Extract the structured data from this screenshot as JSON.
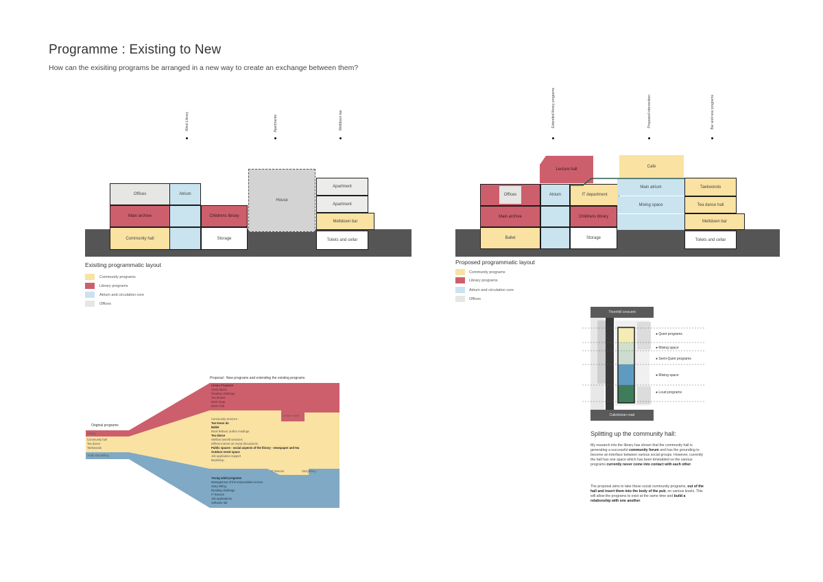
{
  "header": {
    "title": "Programme : Existing to New",
    "subtitle": "How can the exisiting programs be arranged in a new way to create an exchange between them?"
  },
  "colors": {
    "community": "#f9e2a2",
    "library": "#cd5f6d",
    "atrium": "#c9e3ef",
    "offices": "#e6e6e4",
    "ground": "#555555",
    "house": "#d3d3d3",
    "youth": "#7fa9c4"
  },
  "existing": {
    "labels": [
      "West Library",
      "Apartments",
      "Meltdown bar"
    ],
    "blocks": {
      "offices": "Offices",
      "atrium": "Atrium",
      "main_archive": "Main archive",
      "childrens_library": "Childrens library",
      "community_hall": "Community hall",
      "storage": "Storage",
      "house": "House",
      "apartment1": "Apartment",
      "apartment2": "Apartment",
      "meltdown_bar": "Meltdown bar",
      "toilets": "Toilets and cellar"
    },
    "caption": "Exisiting programmatic layout",
    "legend": [
      "Community programs",
      "Library programs",
      "Atrium and circulation core",
      "Offices"
    ]
  },
  "proposed": {
    "labels": [
      "Extended library programs",
      "Proposed intervention",
      "Bar and new programs"
    ],
    "blocks": {
      "lecture_hall": "Lecture hall",
      "cafe": "Cafe",
      "offices": "Offices",
      "atrium": "Atrium",
      "it_department": "IT department",
      "main_atrium": "Main atrium",
      "taekwondo": "Taekwondo",
      "mixing_space": "Mixing space",
      "tea_dance_hall": "Tea dance hall",
      "main_archive": "Main archive",
      "childrens_library": "Childrens library",
      "meltdown_bar": "Meltdown bar",
      "ballet": "Ballet",
      "storage": "Storage",
      "toilets": "Toilets and cellar"
    },
    "caption": "Proposed programmatic layout",
    "legend": [
      "Community programs",
      "Library programs",
      "Atrium and circulation core",
      "Offices"
    ]
  },
  "flow": {
    "proposal_title": "Proposal :  New programs and extending the existing programs",
    "original_title": "Original programs",
    "original": [
      "Library",
      "Community hall",
      "Tea dance",
      "Taekwondo",
      "Youth storytelling"
    ],
    "library_list": [
      "Library Programs",
      "Study space",
      "Reading challenge",
      "Tea theatre",
      "Book swap",
      "Book Club"
    ],
    "lecture_room": "Lecture room",
    "community_list": [
      "Community services :",
      "Tae Kwon do",
      "Ballet",
      "Book festival, author readings",
      "Tea dance",
      "Welfare benefit sessions",
      "Different street art mural discussions",
      "Public spaces - social aspects of the library - newspaper and tea",
      "Outdoor event space",
      "Job application support",
      "Bookshop"
    ],
    "it_lessons": "IT lessons",
    "storytelling": "Storytelling",
    "youth_list": [
      "Young adult programs",
      "Management of the temporalities service",
      "Story telling",
      "Reading challenge",
      "IT lessons",
      "Job applications",
      "Software lab"
    ]
  },
  "plan": {
    "top_road": "Thornhill crescent",
    "bottom_road": "Caledonian road",
    "labels": [
      "Quiet programs",
      "Mixing space",
      "Semi-Quiet programs",
      "Mixing space",
      "Loud programs"
    ]
  },
  "splitting": {
    "title": "Splitting up the community hall:",
    "p1": [
      "My research into the library has shown that the community hall is generating a successful ",
      "community forum",
      " and has the grounding to become an interface between various social groups. However, currently the hall has one space which has been timetabled so the various programs ",
      "currently never come into contact with each other",
      "."
    ],
    "p2": [
      "The proposal aims to take these social community programs, ",
      "out of the hall and insert them into the body of the pub",
      ", on various levels. This will allow the programs to exist at the same time and ",
      "build a relationship with one another",
      "."
    ]
  }
}
